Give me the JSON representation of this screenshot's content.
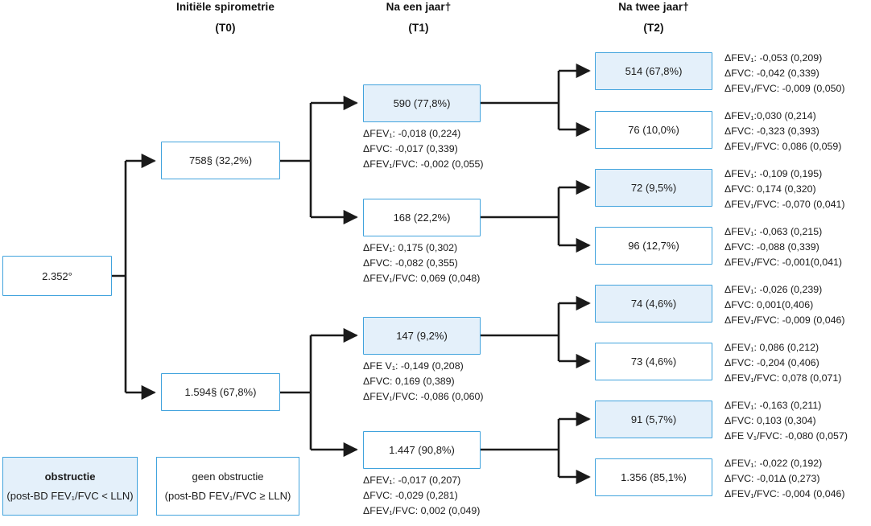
{
  "columns": [
    {
      "title": "Initiële spirometrie",
      "sub": "(T0)"
    },
    {
      "title": "Na een jaar†",
      "sub": "(T1)"
    },
    {
      "title": "Na twee jaar†",
      "sub": "(T2)"
    }
  ],
  "root": {
    "label": "2.352°"
  },
  "t0": [
    {
      "label": "758§ (32,2%)",
      "filled": "false"
    },
    {
      "label": "1.594§ (67,8%)",
      "filled": "false"
    }
  ],
  "t1": [
    {
      "label": "590 (77,8%)",
      "stats": [
        "ΔFEV₁: -0,018 (0,224)",
        "ΔFVC: -0,017 (0,339)",
        "ΔFEV₁/FVC: -0,002 (0,055)"
      ]
    },
    {
      "label": "168 (22,2%)",
      "stats": [
        "ΔFEV₁: 0,175 (0,302)",
        "ΔFVC: -0,082 (0,355)",
        "ΔFEV₁/FVC: 0,069 (0,048)"
      ]
    },
    {
      "label": "147 (9,2%)",
      "stats": [
        "ΔFE V₁: -0,149 (0,208)",
        "ΔFVC: 0,169 (0,389)",
        "ΔFEV₁/FVC: -0,086 (0,060)"
      ]
    },
    {
      "label": "1.447 (90,8%)",
      "stats": [
        "ΔFEV₁: -0,017 (0,207)",
        "ΔFVC: -0,029 (0,281)",
        "ΔFEV₁/FVC: 0,002 (0,049)"
      ]
    }
  ],
  "t2": [
    {
      "label": "514 (67,8%)",
      "stats": [
        "ΔFEV₁: -0,053 (0,209)",
        "ΔFVC: -0,042 (0,339)",
        "ΔFEV₁/FVC: -0,009 (0,050)"
      ]
    },
    {
      "label": "76 (10,0%)",
      "stats": [
        "ΔFEV₁:0,030 (0,214)",
        "ΔFVC: -0,323 (0,393)",
        "ΔFEV₁/FVC: 0,086 (0,059)"
      ]
    },
    {
      "label": "72 (9,5%)",
      "stats": [
        "ΔFEV₁: -0,109 (0,195)",
        "ΔFVC: 0,174 (0,320)",
        "ΔFEV₁/FVC: -0,070 (0,041)"
      ]
    },
    {
      "label": "96 (12,7%)",
      "stats": [
        "ΔFEV₁: -0,063 (0,215)",
        "ΔFVC: -0,088 (0,339)",
        "ΔFEV₁/FVC: -0,001(0,041)"
      ]
    },
    {
      "label": "74 (4,6%)",
      "stats": [
        "ΔFEV₁: -0,026 (0,239)",
        "ΔFVC: 0,001(0,406)",
        "ΔFEV₁/FVC: -0,009 (0,046)"
      ]
    },
    {
      "label": "73 (4,6%)",
      "stats": [
        "ΔFEV₁: 0,086 (0,212)",
        "ΔFVC: -0,204 (0,406)",
        "ΔFEV₁/FVC: 0,078 (0,071)"
      ]
    },
    {
      "label": "91 (5,7%)",
      "stats": [
        "ΔFEV₁: -0,163 (0,211)",
        "ΔFVC: 0,103 (0,304)",
        "ΔFE V₁/FVC: -0,080 (0,057)"
      ]
    },
    {
      "label": "1.356 (85,1%)",
      "stats": [
        "ΔFEV₁: -0,022 (0,192)",
        "ΔFVC: -0,01Δ (0,273)",
        "ΔFEV₁/FVC: -0,004 (0,046)"
      ]
    }
  ],
  "legend": [
    {
      "line1": "obstructie",
      "line2": "(post-BD FEV₁/FVC < LLN)"
    },
    {
      "line1": "geen obstructie",
      "line2": "(post-BD FEV₁/FVC ≥ LLN)"
    }
  ],
  "colors": {
    "box_border": "#41a3dd",
    "box_fill": "#e4f0fa",
    "connector": "#1a1a1a",
    "text": "#1b1b1b"
  }
}
